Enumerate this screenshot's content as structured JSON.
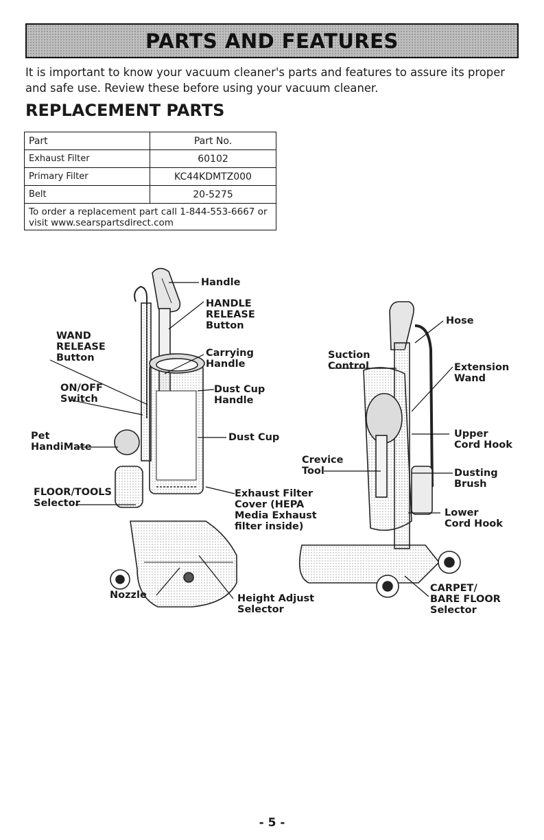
{
  "header": {
    "title": "PARTS AND FEATURES"
  },
  "intro": "It is important to know your vacuum cleaner's parts and features to assure its proper and safe use. Review these before using your vacuum cleaner.",
  "replacement": {
    "title": "REPLACEMENT PARTS",
    "headers": [
      "Part",
      "Part No."
    ],
    "rows": [
      {
        "part": "Exhaust Filter",
        "number": "60102"
      },
      {
        "part": "Primary Filter",
        "number": "KC44KDMTZ000"
      },
      {
        "part": "Belt",
        "number": "20-5275"
      }
    ],
    "note": "To order a replacement part call 1-844-553-6667 or visit www.searspartsdirect.com"
  },
  "labels": {
    "handle": "Handle",
    "handle_release": "HANDLE\nRELEASE\nButton",
    "wand_release": "WAND\nRELEASE\nButton",
    "carrying_handle": "Carrying\nHandle",
    "dust_cup_handle": "Dust Cup\nHandle",
    "on_off": "ON/OFF\nSwitch",
    "pet_handimate": "Pet\nHandiMate",
    "dust_cup": "Dust Cup",
    "floor_tools": "FLOOR/TOOLS\nSelector",
    "exhaust_filter": "Exhaust Filter\nCover (HEPA\nMedia Exhaust\nfilter inside)",
    "nozzle": "Nozzle",
    "height_adjust": "Height Adjust\nSelector",
    "suction_control": "Suction\nControl",
    "hose": "Hose",
    "extension_wand": "Extension\nWand",
    "crevice_tool": "Crevice\nTool",
    "upper_cord_hook": "Upper\nCord Hook",
    "dusting_brush": "Dusting\nBrush",
    "lower_cord_hook": "Lower\nCord Hook",
    "carpet_selector": "CARPET/\nBARE FLOOR\nSelector"
  },
  "page_number": "- 5 -"
}
